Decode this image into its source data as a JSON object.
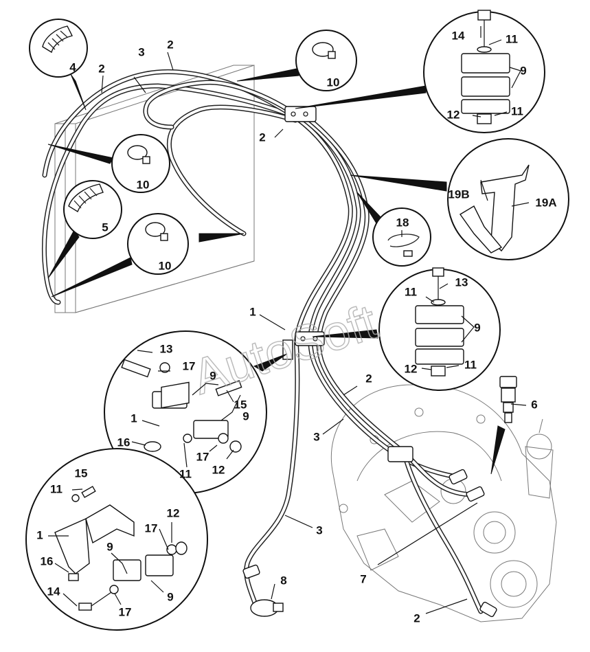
{
  "watermark": "AutoSoft",
  "callouts": {
    "c1a": "1",
    "c1b": "1",
    "c1c": "1",
    "c2a": "2",
    "c2b": "2",
    "c2c": "2",
    "c2d": "2",
    "c2e": "2",
    "c3a": "3",
    "c3b": "3",
    "c3c": "3",
    "c4": "4",
    "c5": "5",
    "c6": "6",
    "c7": "7",
    "c8": "8",
    "c9a": "9",
    "c9b": "9",
    "c9c": "9",
    "c9d": "9",
    "c9e": "9",
    "c10a": "10",
    "c10b": "10",
    "c10c": "10",
    "c11a": "11",
    "c11b": "11",
    "c11c": "11",
    "c11d": "11",
    "c11e": "11",
    "c11f": "11",
    "c12a": "12",
    "c12b": "12",
    "c12c": "12",
    "c12d": "12",
    "c13a": "13",
    "c13b": "13",
    "c14a": "14",
    "c14b": "14",
    "c15a": "15",
    "c15b": "15",
    "c16a": "16",
    "c16b": "16",
    "c17a": "17",
    "c17b": "17",
    "c17c": "17",
    "c17d": "17",
    "c18": "18",
    "c19a": "19A",
    "c19b": "19B"
  }
}
